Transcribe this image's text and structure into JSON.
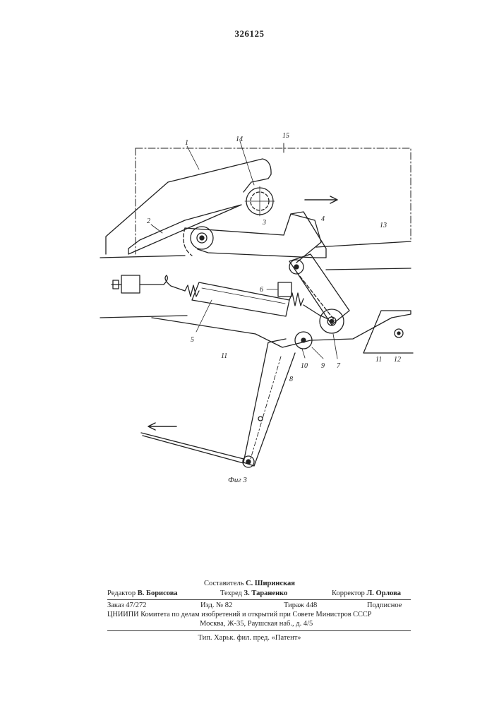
{
  "header": {
    "patent_number": "326125"
  },
  "figure": {
    "caption": "Фиг 3",
    "part_labels": [
      "1",
      "14",
      "15",
      "2",
      "3",
      "4",
      "13",
      "6",
      "5",
      "11",
      "10",
      "9",
      "7",
      "11",
      "12",
      "8"
    ]
  },
  "footer": {
    "compiler_label": "Составитель",
    "compiler_name": "С. Ширинская",
    "editor_label": "Редактор",
    "editor_name": "В. Борисова",
    "techred_label": "Техред",
    "techred_name": "З. Тараненко",
    "corrector_label": "Корректор",
    "corrector_name": "Л. Орлова",
    "order": "Заказ 47/272",
    "edition": "Изд. № 82",
    "circulation": "Тираж 448",
    "subscription": "Подписное",
    "institute_line1": "ЦНИИПИ Комитета по делам изобретений и открытий при Совете Министров СССР",
    "institute_line2": "Москва, Ж-35, Раушская наб., д. 4/5",
    "printer": "Тип. Харьк. фил. пред. «Патент»"
  }
}
